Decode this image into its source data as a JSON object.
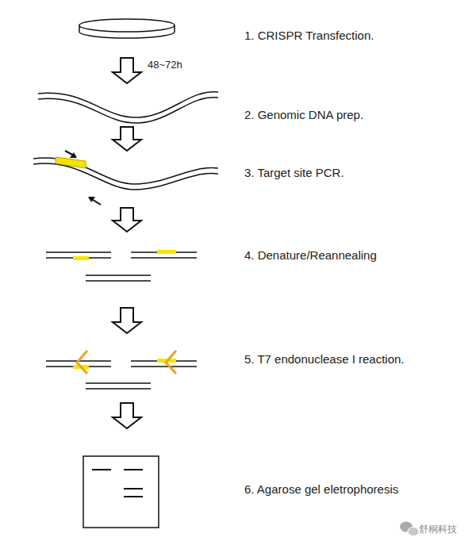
{
  "diagram": {
    "nodes": [
      {
        "text": [
          "1. CRISPR Transfection."
        ]
      },
      {
        "text": [
          "2. Genomic DNA prep."
        ]
      },
      {
        "text": [
          "3. Target site PCR."
        ]
      },
      {
        "text": [
          "4. Denature/Reannealing"
        ]
      },
      {
        "text": [
          "5. T7 endonuclease I reaction."
        ]
      },
      {
        "text": [
          "6. Agarose gel eletrophoresis"
        ]
      }
    ],
    "edges": [
      {
        "from": 0,
        "to": 1,
        "arrow": "to",
        "label": "48~72h"
      },
      {
        "from": 1,
        "to": 2,
        "arrow": "to"
      },
      {
        "from": 2,
        "to": 3,
        "arrow": "to"
      },
      {
        "from": 3,
        "to": 4,
        "arrow": "to"
      },
      {
        "from": 4,
        "to": 5,
        "arrow": "to"
      }
    ],
    "labels": [
      "舒桐科技"
    ]
  }
}
